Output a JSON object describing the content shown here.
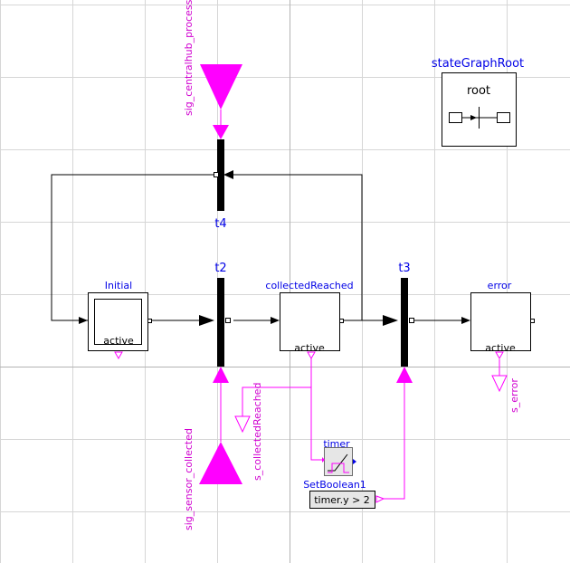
{
  "diagram": {
    "state_graph_root": {
      "title": "stateGraphRoot",
      "label": "root"
    },
    "steps": {
      "initial": {
        "name": "Initial",
        "port_label": "active"
      },
      "collected_reached": {
        "name": "collectedReached",
        "port_label": "active"
      },
      "error": {
        "name": "error",
        "port_label": "active"
      }
    },
    "transitions": {
      "t2": "t2",
      "t3": "t3",
      "t4": "t4"
    },
    "signals": {
      "sig_centralhub_processed": "sig_centralhub_processed",
      "sig_sensor_collected": "sig_sensor_collected",
      "s_collected_reached": "s_collectedReached",
      "s_error": "s_error"
    },
    "timer": {
      "name": "timer"
    },
    "set_boolean": {
      "name": "SetBoolean1",
      "expression": "timer.y > 2"
    },
    "colors": {
      "connection": "#000000",
      "boolean_signal": "#ff00ff",
      "label_blue": "#0000e6",
      "label_magenta": "#d000d0",
      "grid": "#d0d0d0"
    }
  }
}
